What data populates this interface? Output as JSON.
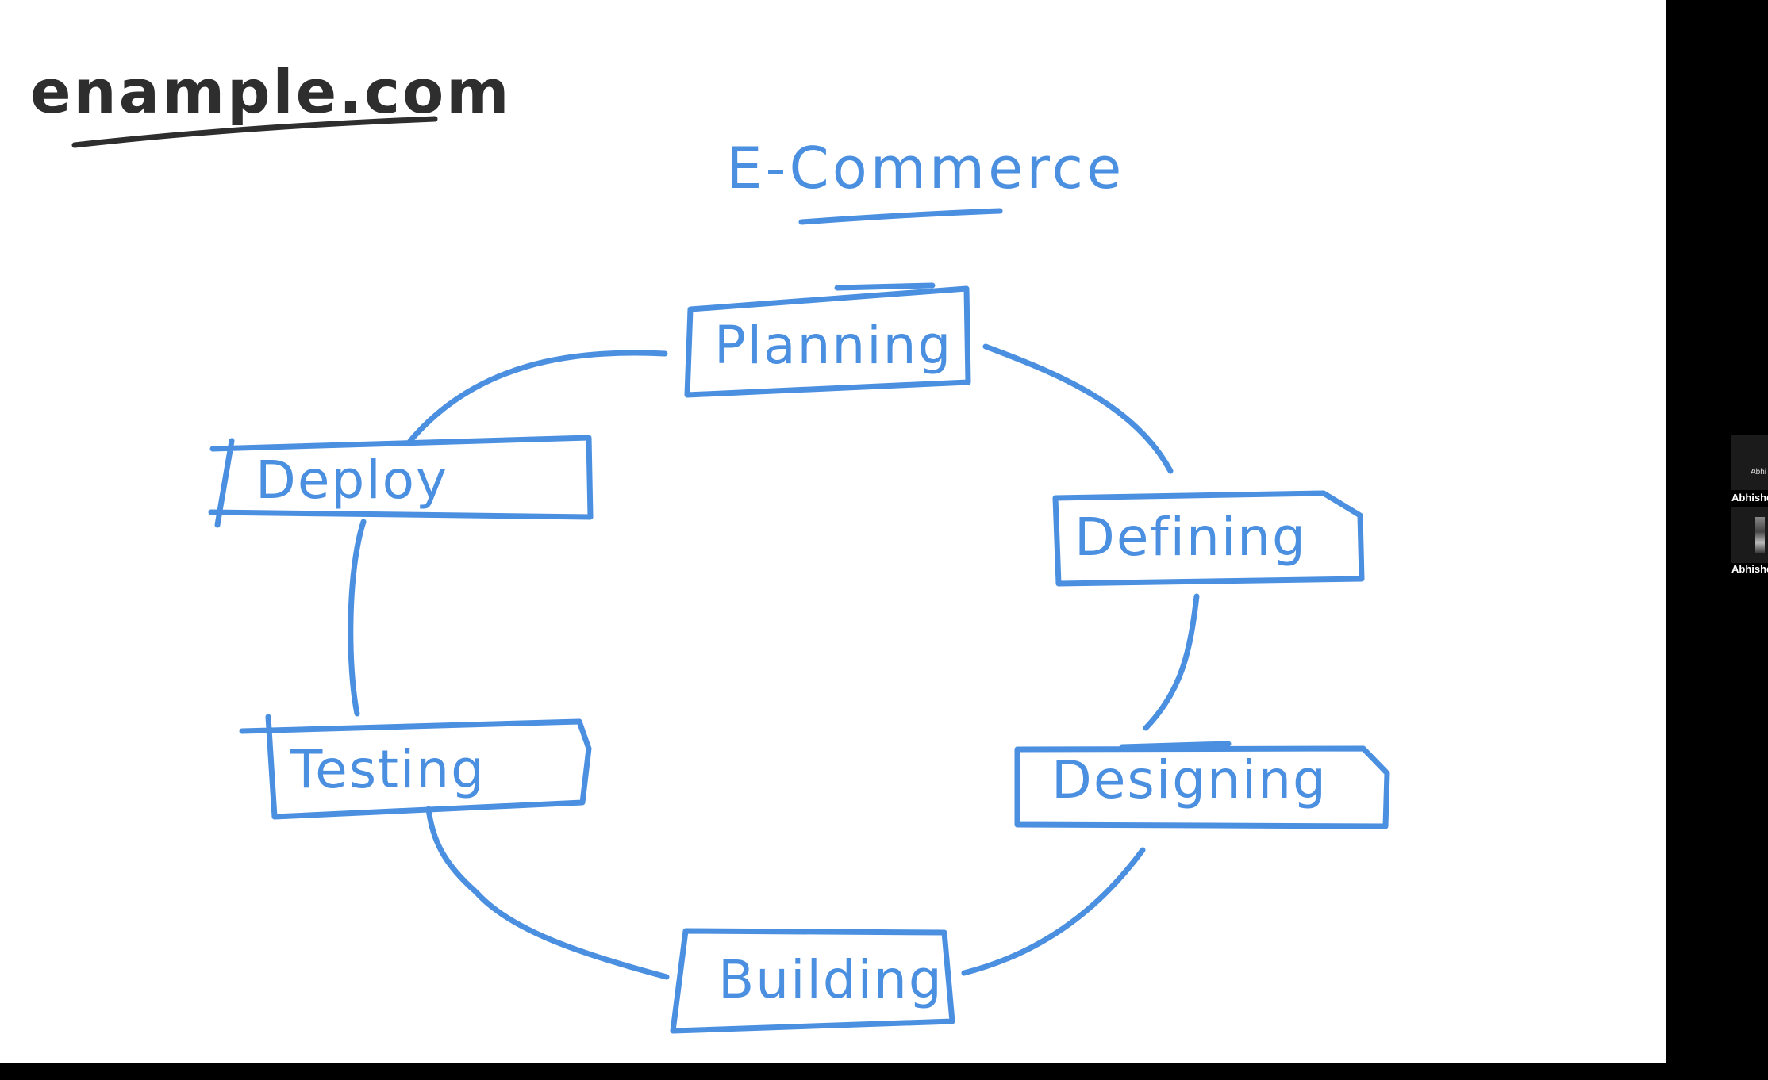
{
  "whiteboard": {
    "site_label": "enample.com",
    "title": "E-Commerce",
    "stages": [
      "Planning",
      "Defining",
      "Designing",
      "Building",
      "Testing",
      "Deploy"
    ]
  },
  "participants": [
    {
      "name": "Abhishe",
      "badge": "Abhi"
    },
    {
      "name": "Abhishe"
    }
  ],
  "colors": {
    "ink_blue": "#4a8fe0",
    "ink_dark": "#2e2e2e",
    "side_panel": "#000000"
  }
}
